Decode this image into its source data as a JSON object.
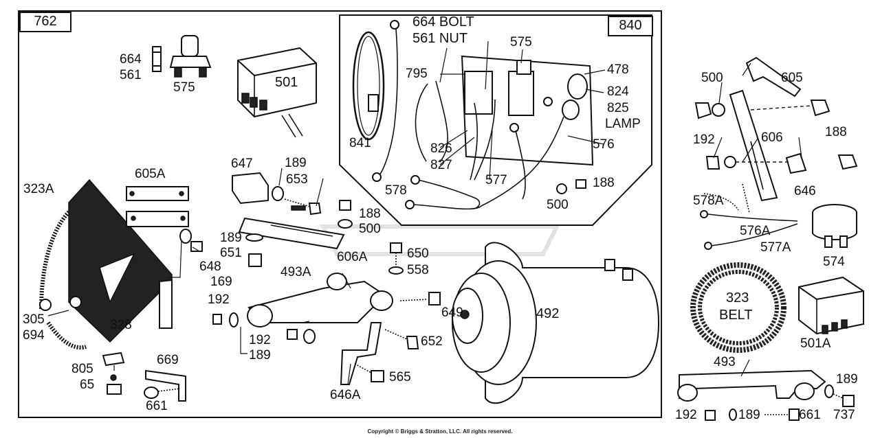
{
  "figure_ids": {
    "main": "762",
    "inset": "840"
  },
  "copyright": "Copyright © Briggs & Stratton, LLC. All rights reserved.",
  "labels": {
    "l664a": "664",
    "l561a": "561",
    "l575a": "575",
    "l501": "501",
    "l664bolt": "664 BOLT",
    "l561nut": "561 NUT",
    "l575b": "575",
    "l795": "795",
    "l478": "478",
    "l824": "824",
    "l825": "825",
    "llamp": "LAMP",
    "l841": "841",
    "l826": "826",
    "l827": "827",
    "l577": "577",
    "l576": "576",
    "l578": "578",
    "l188a": "188",
    "l500a": "500",
    "l500b": "500",
    "l605": "605",
    "l192a": "192",
    "l188b": "188",
    "l606": "606",
    "l646": "646",
    "l578a": "578A",
    "l576a": "576A",
    "l577a": "577A",
    "l574": "574",
    "l323": "323",
    "lbelt": "BELT",
    "l501a": "501A",
    "l493": "493",
    "l192b": "192",
    "l189a": "189",
    "l661a": "661",
    "l189b": "189",
    "l737": "737",
    "l323a": "323A",
    "l605a": "605A",
    "l647": "647",
    "l189c": "189",
    "l653": "653",
    "l188c": "188",
    "l500c": "500",
    "l189d": "189",
    "l651": "651",
    "l648": "648",
    "l169": "169",
    "l606a": "606A",
    "l650": "650",
    "l558": "558",
    "l493a": "493A",
    "l492": "492",
    "l305": "305",
    "l694": "694",
    "l328": "328",
    "l192c": "192",
    "l192d": "192",
    "l189e": "189",
    "l649": "649",
    "l652": "652",
    "l565": "565",
    "l646a": "646A",
    "l805": "805",
    "l65": "65",
    "l669": "669",
    "l661b": "661"
  },
  "icons": [
    "regulator-box",
    "generator",
    "bracket",
    "bolt",
    "washer",
    "nut",
    "belt",
    "wire-lead",
    "pulley-guard"
  ]
}
